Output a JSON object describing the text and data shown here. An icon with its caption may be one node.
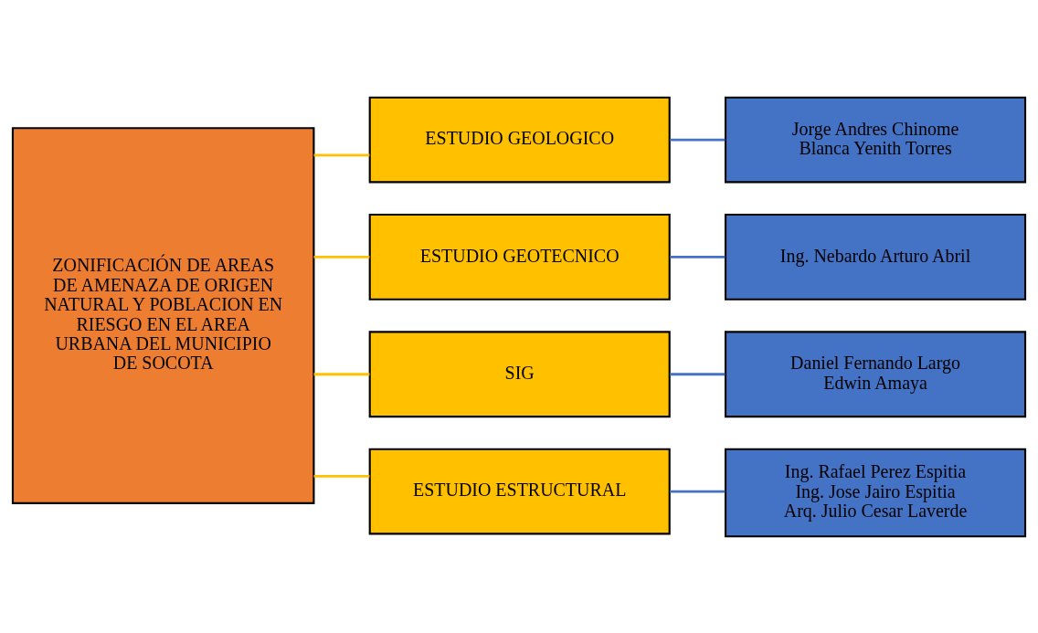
{
  "diagram": {
    "nodes": [
      {
        "text": [
          "ZONIFICACIÓN DE AREAS DE AMENAZA DE ORIGEN NATURAL Y POBLACION EN RIESGO EN EL AREA URBANA DEL MUNICIPIO DE SOCOTA"
        ]
      },
      {
        "text": [
          "ESTUDIO GEOLOGICO"
        ]
      },
      {
        "text": [
          "ESTUDIO GEOTECNICO"
        ]
      },
      {
        "text": [
          "SIG"
        ]
      },
      {
        "text": [
          "ESTUDIO ESTRUCTURAL"
        ]
      },
      {
        "text": [
          "Jorge Andres Chinome",
          "Blanca Yenith Torres"
        ]
      },
      {
        "text": [
          "Ing. Nebardo Arturo Abril"
        ]
      },
      {
        "text": [
          "Daniel Fernando Largo",
          "Edwin Amaya"
        ]
      },
      {
        "text": [
          "Ing. Rafael Perez Espitia",
          "Ing. Jose Jairo Espitia",
          "Arq. Julio Cesar Laverde"
        ]
      }
    ],
    "edges": [
      {
        "from": 0,
        "to": 1,
        "arrow": "none",
        "color": "#ffc000"
      },
      {
        "from": 0,
        "to": 2,
        "arrow": "none",
        "color": "#ffc000"
      },
      {
        "from": 0,
        "to": 3,
        "arrow": "none",
        "color": "#ffc000"
      },
      {
        "from": 0,
        "to": 4,
        "arrow": "none",
        "color": "#ffc000"
      },
      {
        "from": 1,
        "to": 5,
        "arrow": "none",
        "color": "#4472c4"
      },
      {
        "from": 2,
        "to": 6,
        "arrow": "none",
        "color": "#4472c4"
      },
      {
        "from": 3,
        "to": 7,
        "arrow": "none",
        "color": "#4472c4"
      },
      {
        "from": 4,
        "to": 8,
        "arrow": "none",
        "color": "#4472c4"
      }
    ]
  }
}
